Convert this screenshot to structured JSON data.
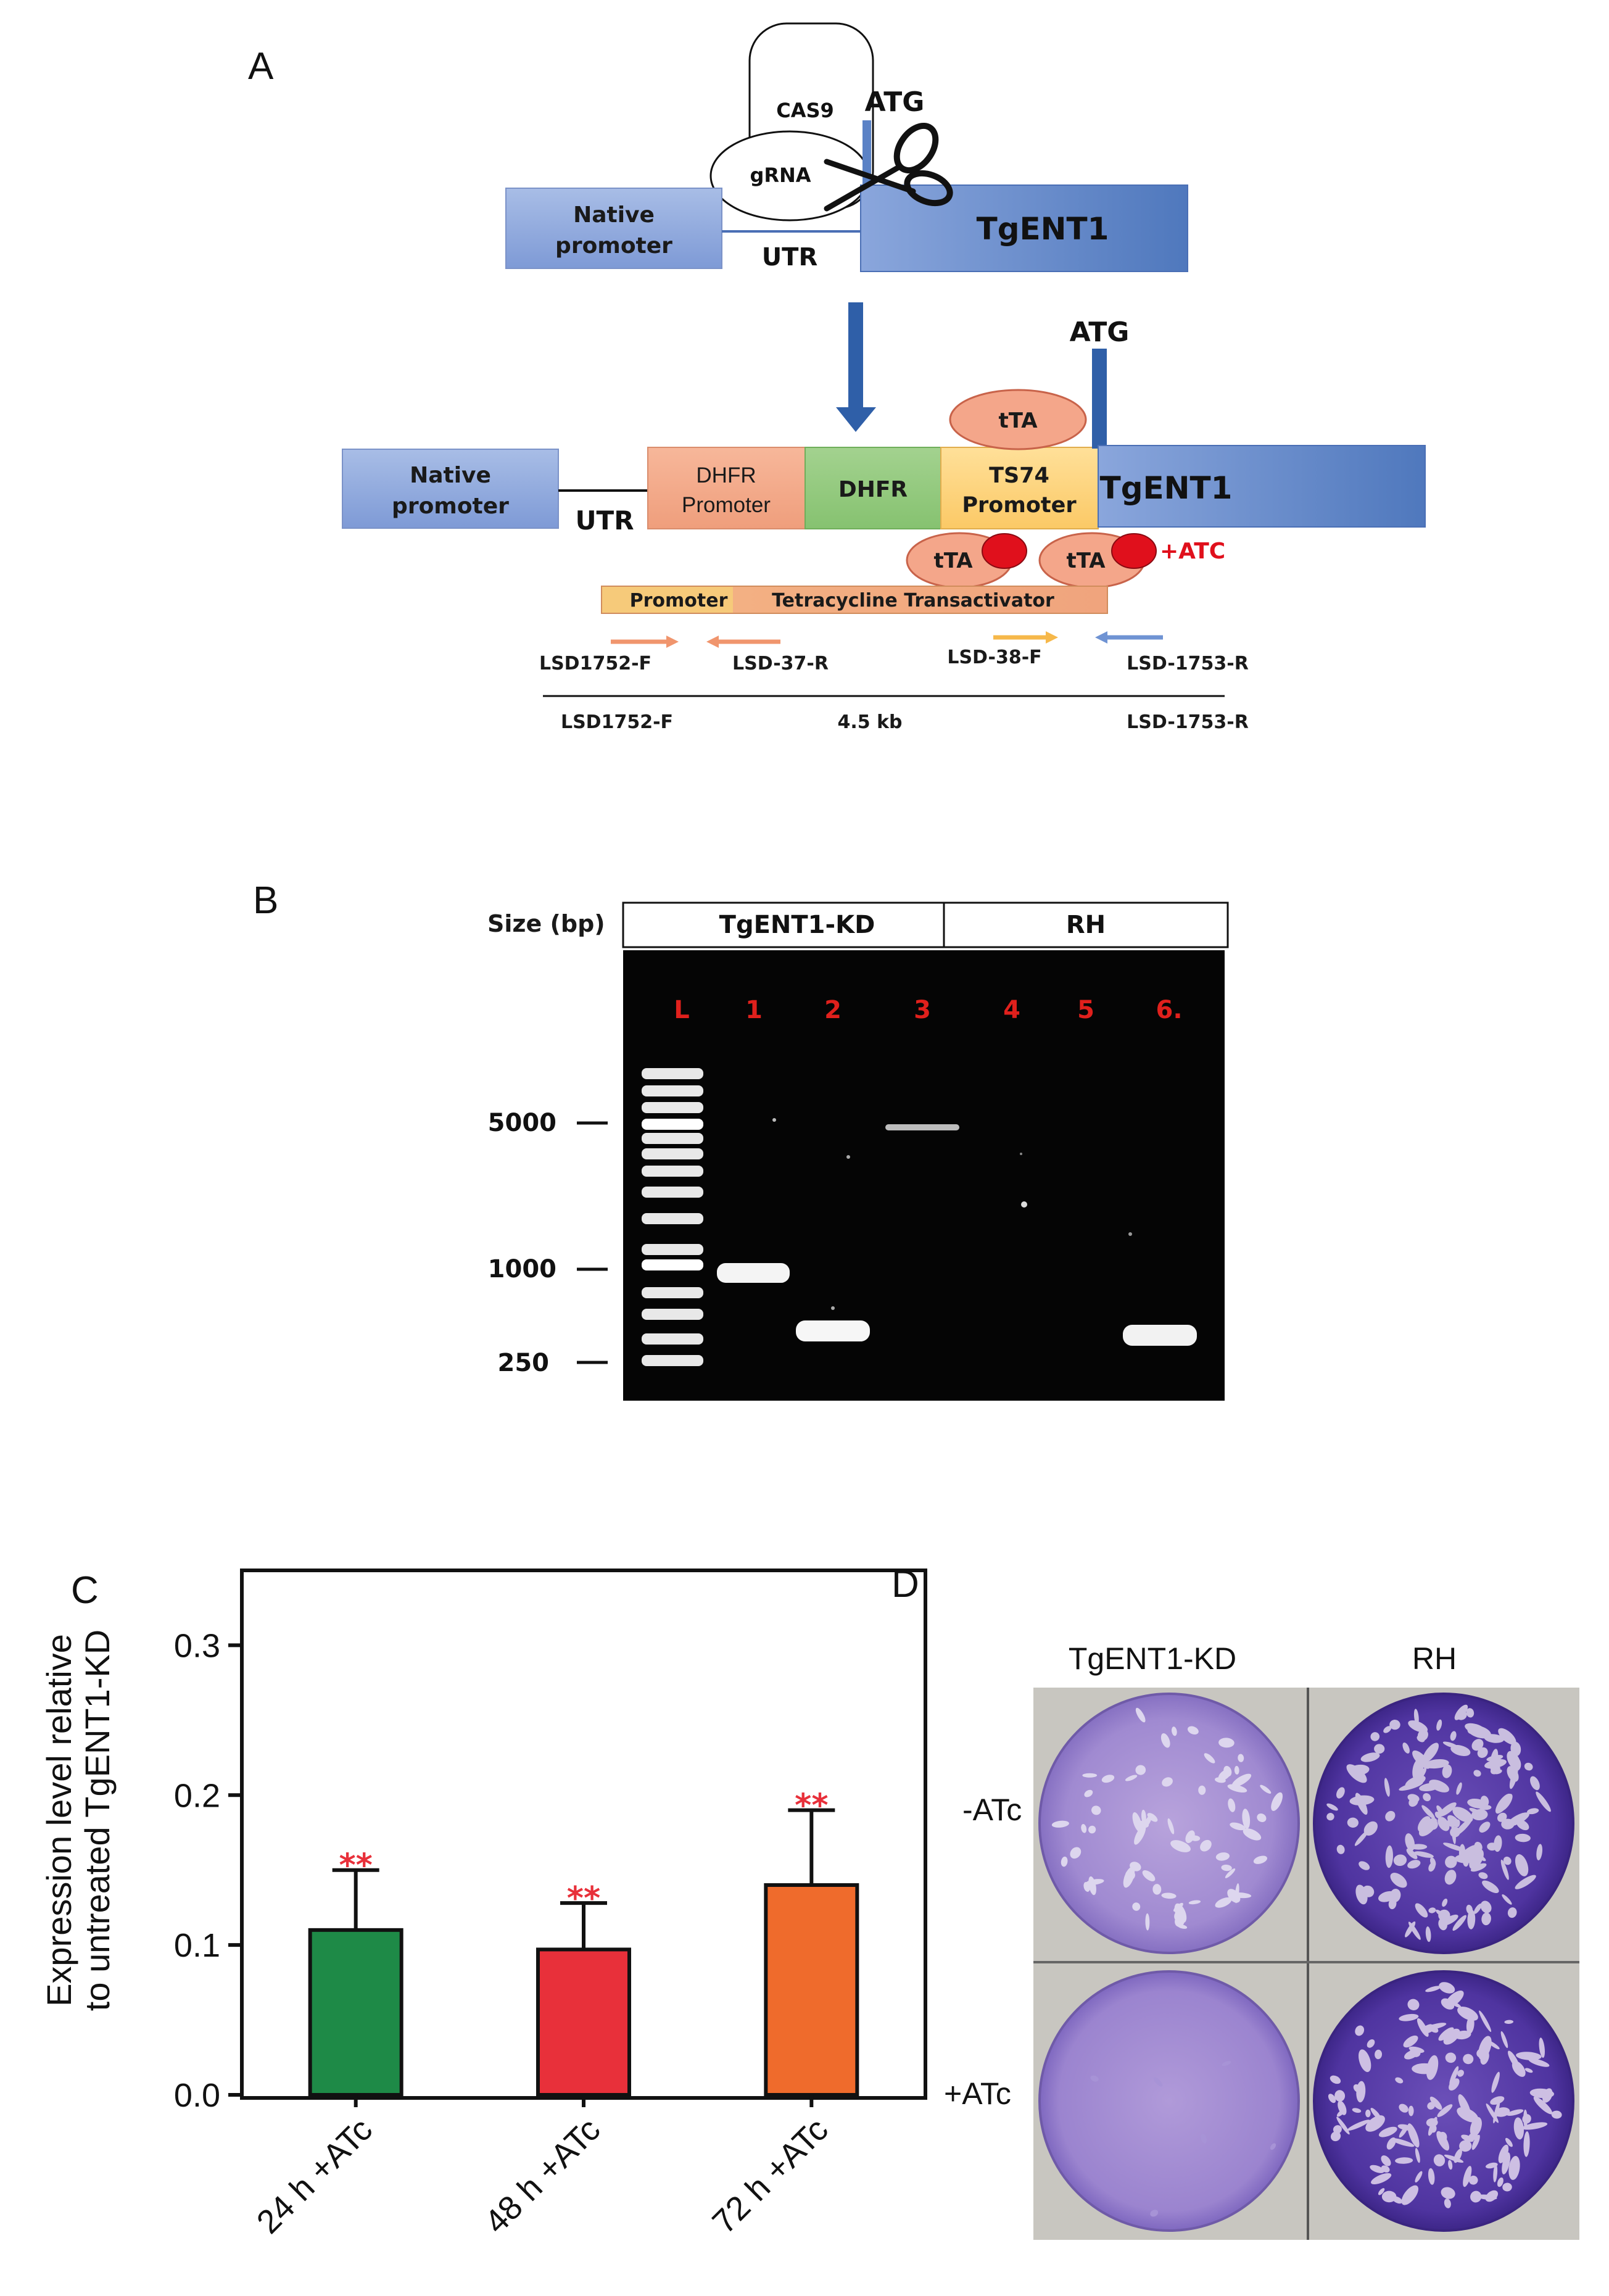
{
  "panelA": {
    "label": "A",
    "cas9": "CAS9",
    "grna": "gRNA",
    "atg": "ATG",
    "native_promoter_l1": "Native",
    "native_promoter_l2": "promoter",
    "utr": "UTR",
    "gene": "TgENT1",
    "dhfr_promoter_l1": "DHFR",
    "dhfr_promoter_l2": "Promoter",
    "dhfr": "DHFR",
    "ts74_l1": "TS74",
    "ts74_l2": "Promoter",
    "tta": "tTA",
    "atc": "+ATC",
    "promoter": "Promoter",
    "transactivator": "Tetracycline Transactivator",
    "primer_1752f": "LSD1752-F",
    "primer_37r": "LSD-37-R",
    "primer_38f": "LSD-38-F",
    "primer_1753r": "LSD-1753-R",
    "amplicon": "4.5 kb"
  },
  "panelB": {
    "label": "B",
    "size_label": "Size (bp)",
    "group1": "TgENT1-KD",
    "group2": "RH",
    "lanes": [
      "L",
      "1",
      "2",
      "3",
      "4",
      "5",
      "6."
    ],
    "markers": [
      "5000",
      "1000",
      "250"
    ]
  },
  "panelC": {
    "label": "C",
    "ylabel_l1": "Expression level relative",
    "ylabel_l2": "to untreated TgENT1-KD",
    "significance": "**"
  },
  "panelD": {
    "label": "D",
    "col1": "TgENT1-KD",
    "col2": "RH",
    "row1": "-ATc",
    "row2": "+ATc"
  },
  "chart_data": {
    "type": "bar",
    "categories": [
      "24 h +ATc",
      "48 h +ATc",
      "72 h +ATc"
    ],
    "values": [
      0.11,
      0.097,
      0.14
    ],
    "errors": [
      0.04,
      0.031,
      0.05
    ],
    "colors": [
      "#1e8a47",
      "#e8303a",
      "#ef6b2c"
    ],
    "significance": [
      "**",
      "**",
      "**"
    ],
    "ylim": [
      0.0,
      0.35
    ],
    "yticks": [
      "0.0",
      "0.1",
      "0.2",
      "0.3"
    ],
    "ylabel": "Expression level relative to untreated TgENT1-KD",
    "grid": false
  }
}
